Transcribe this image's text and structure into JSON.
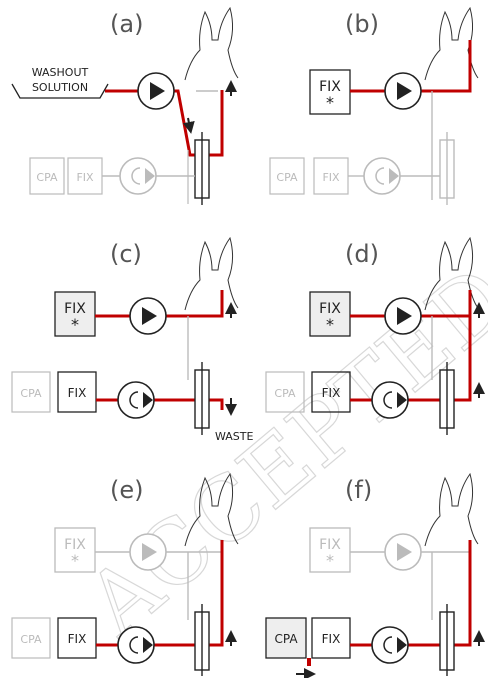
{
  "panels": {
    "a": {
      "label": "(a)",
      "washout": [
        "WASHOUT",
        "SOLUTION"
      ],
      "cpa": "CPA",
      "fix": "FIX"
    },
    "b": {
      "label": "(b)",
      "fix_top": "FIX",
      "star": "*",
      "cpa": "CPA",
      "fix": "FIX"
    },
    "c": {
      "label": "(c)",
      "fix_top": "FIX",
      "star": "*",
      "cpa": "CPA",
      "fix": "FIX",
      "waste": "WASTE"
    },
    "d": {
      "label": "(d)",
      "fix_top": "FIX",
      "star": "*",
      "cpa": "CPA",
      "fix": "FIX"
    },
    "e": {
      "label": "(e)",
      "fix_top": "FIX",
      "star": "*",
      "cpa": "CPA",
      "fix": "FIX"
    },
    "f": {
      "label": "(f)",
      "fix_top": "FIX",
      "star": "*",
      "cpa": "CPA",
      "fix": "FIX"
    }
  },
  "colors": {
    "flow": "#c00000",
    "ink": "#222222",
    "faded": "#bbbbbb",
    "label": "#555555"
  },
  "watermark": "ACCEPTED MANUSCRIPT"
}
